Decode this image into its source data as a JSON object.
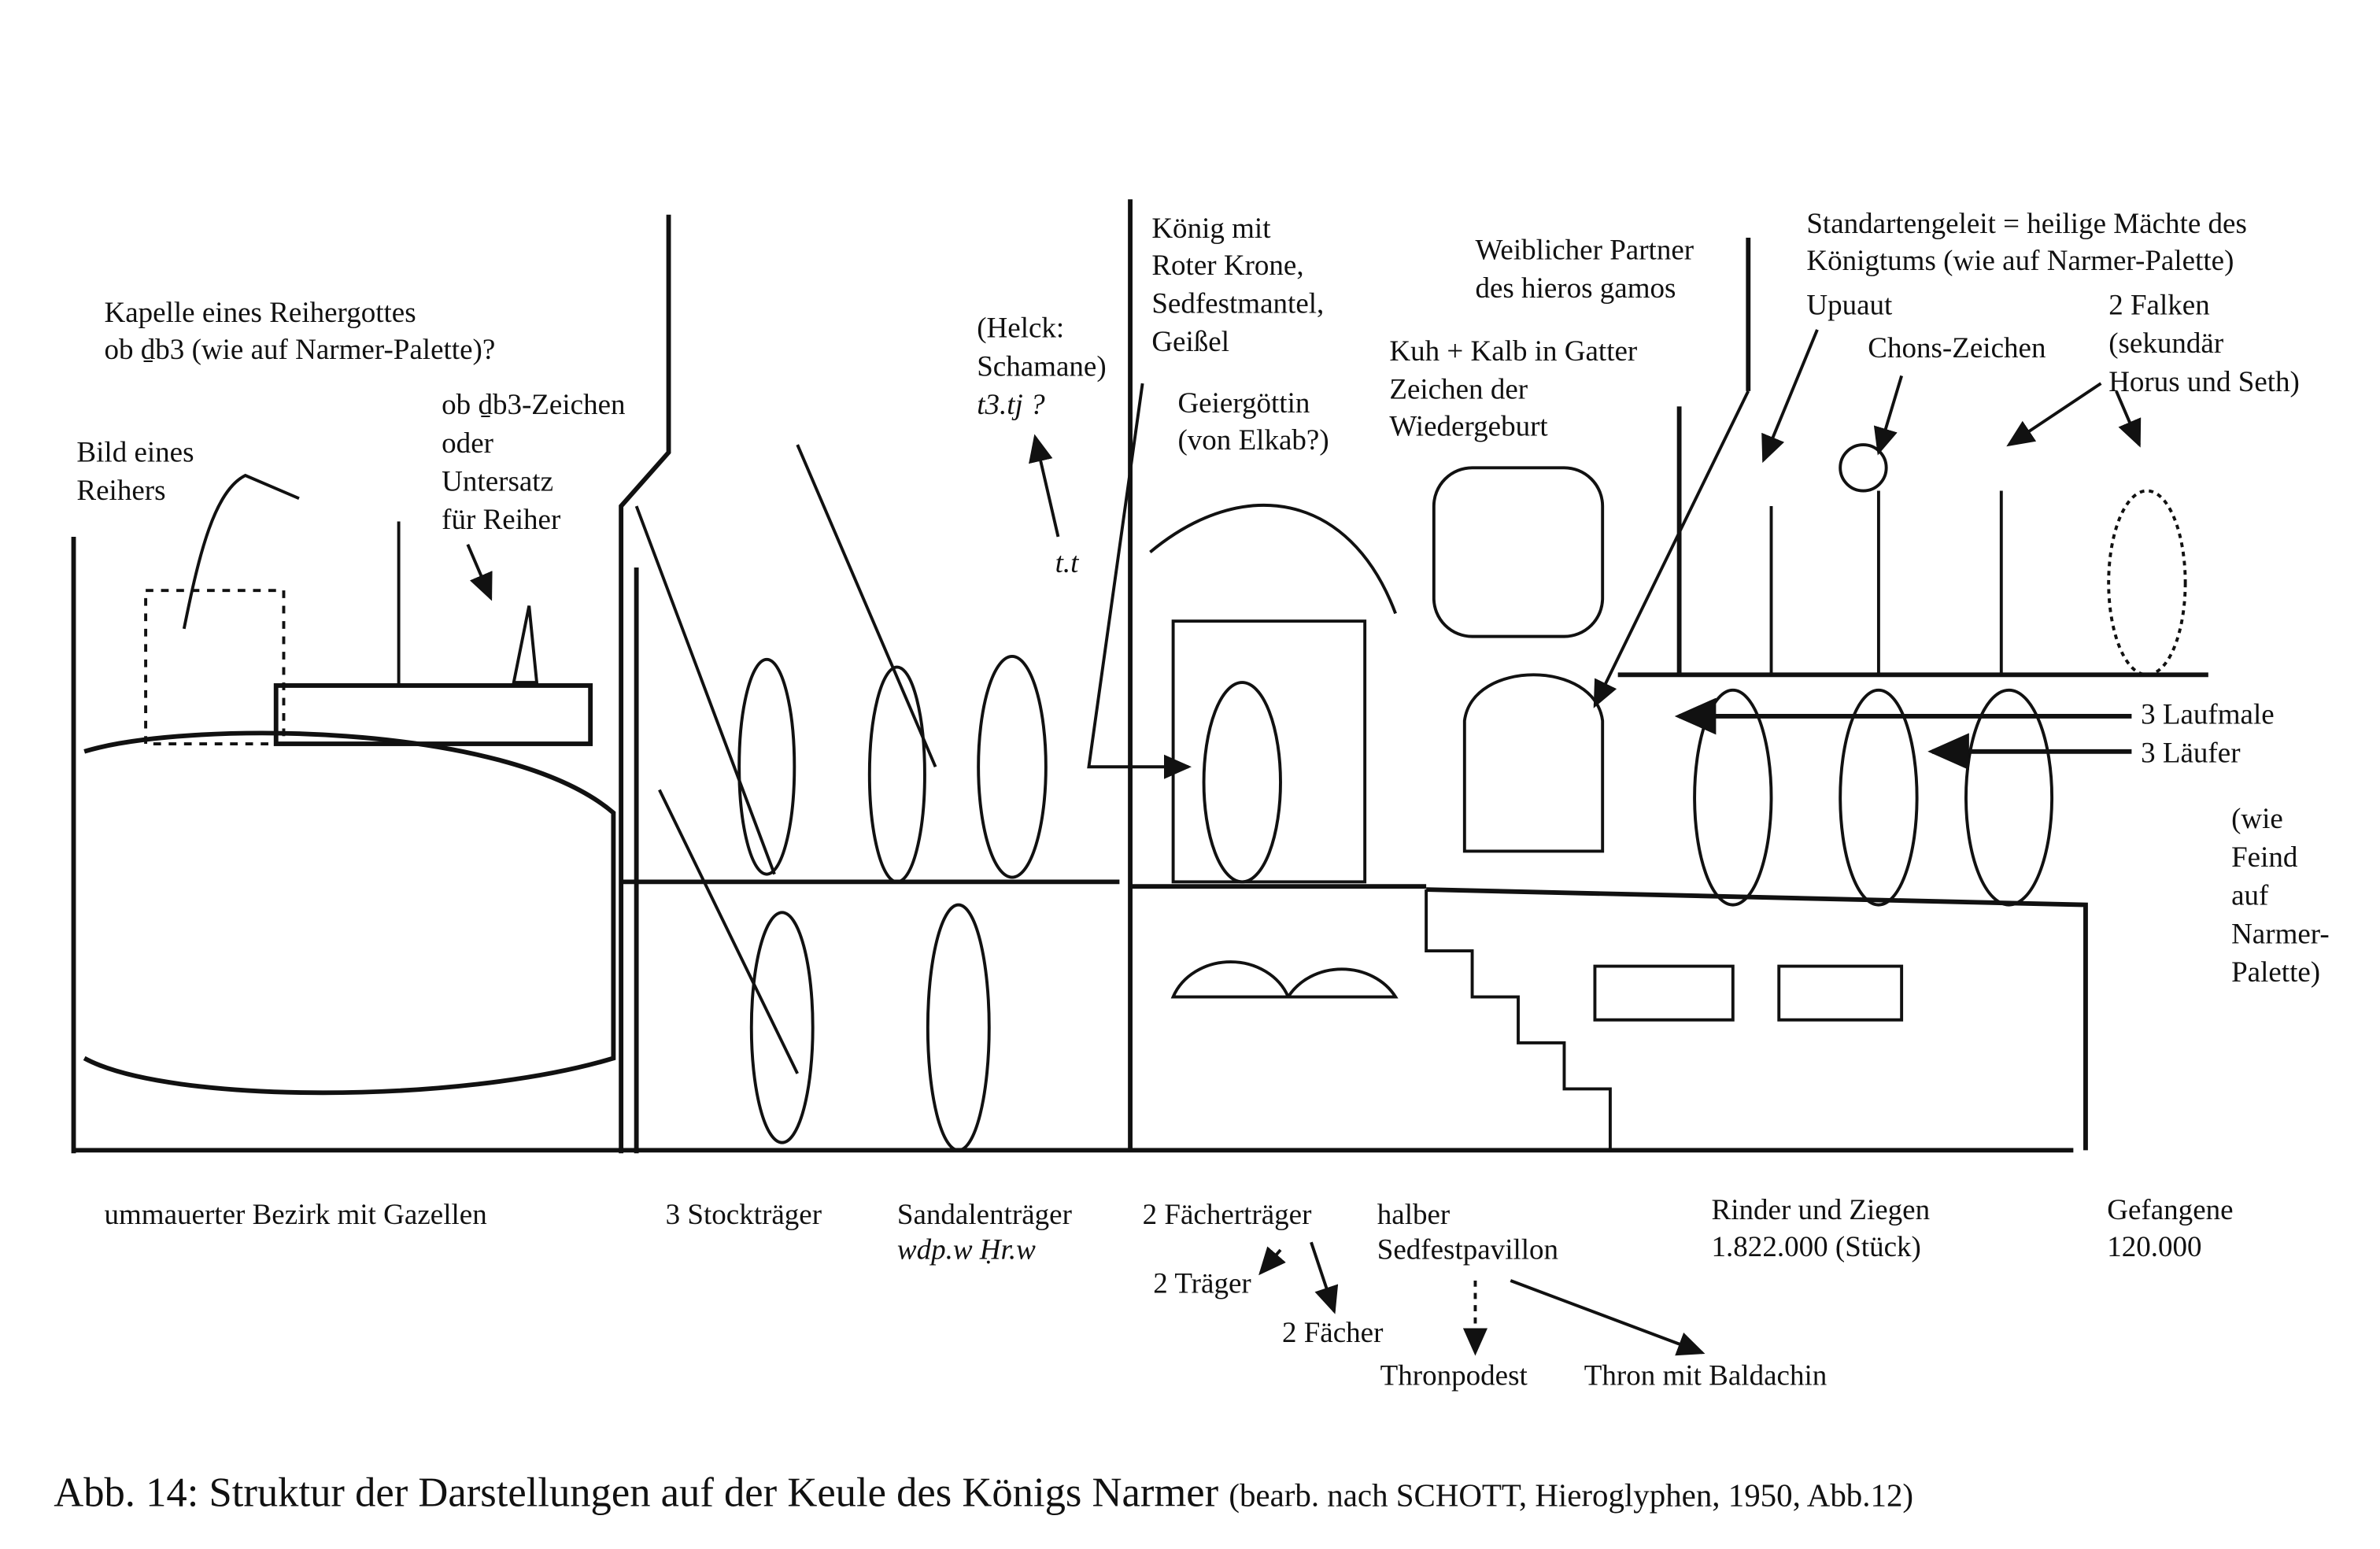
{
  "labels": {
    "kapelle_1": "Kapelle eines Reihergottes",
    "kapelle_2": "ob ḏb3 (wie auf Narmer-Palette)?",
    "zeichen_1": "ob ḏb3-Zeichen",
    "zeichen_2": "oder",
    "zeichen_3": "Untersatz",
    "zeichen_4": "für Reiher",
    "bild_1": "Bild eines",
    "bild_2": "Reihers",
    "helck_1": "(Helck:",
    "helck_2": "Schamane)",
    "helck_3": "t3.tj ?",
    "tt": "t.t",
    "koenig_1": "König mit",
    "koenig_2": "Roter Krone,",
    "koenig_3": "Sedfestmantel,",
    "koenig_4": "Geißel",
    "geier_1": "Geiergöttin",
    "geier_2": "(von Elkab?)",
    "weib_1": "Weiblicher Partner",
    "weib_2": "des hieros gamos",
    "kuh_1": "Kuh + Kalb in Gatter",
    "kuh_2": "Zeichen der",
    "kuh_3": "Wiedergeburt",
    "stand_1": "Standartengeleit = heilige Mächte des",
    "stand_2": "Königtums (wie auf Narmer-Palette)",
    "upuaut": "Upuaut",
    "chons": "Chons-Zeichen",
    "falken_1": "2 Falken",
    "falken_2": "(sekundär",
    "falken_3": "Horus und Seth)",
    "laufmale": "3 Laufmale",
    "laeufer": "3 Läufer",
    "feind_1": "(wie",
    "feind_2": "Feind",
    "feind_3": "auf",
    "feind_4": "Narmer-",
    "feind_5": "Palette)"
  },
  "bottom": {
    "bezirk": "ummauerter Bezirk mit Gazellen",
    "stock": "3 Stockträger",
    "sandal_1": "Sandalenträger",
    "sandal_2": "wdp.w Ḥr.w",
    "faecher": "2 Fächerträger",
    "traeger": "2 Träger",
    "faecher_2": "2 Fächer",
    "pav_1": "halber",
    "pav_2": "Sedfestpavillon",
    "thronpodest": "Thronpodest",
    "baldachin": "Thron mit Baldachin",
    "rinder_1": "Rinder und Ziegen",
    "rinder_2": "1.822.000 (Stück)",
    "gef_1": "Gefangene",
    "gef_2": "120.000"
  },
  "caption": {
    "main": "Abb. 14: Struktur der Darstellungen auf der Keule des Königs Narmer",
    "source": "(bearb. nach SCHOTT, Hieroglyphen, 1950, Abb.12)"
  }
}
